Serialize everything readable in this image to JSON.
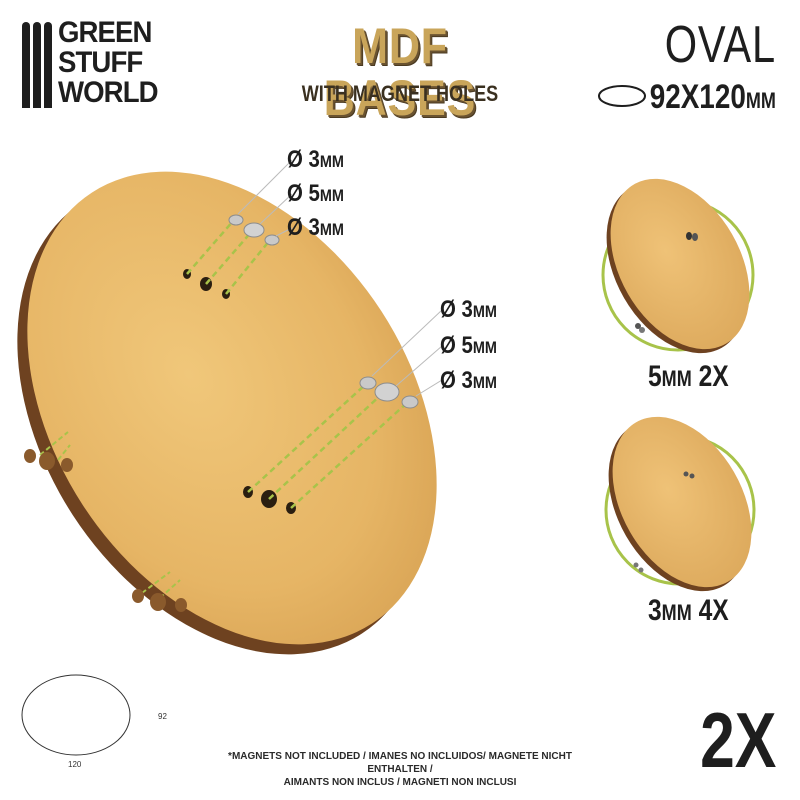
{
  "brand": {
    "logo_lines": [
      "GREEN",
      "STUFF",
      "WORLD"
    ]
  },
  "product": {
    "title": "MDF BASES",
    "subtitle": "WITH MAGNET HOLES",
    "shape": "OVAL",
    "size_value": "92X120",
    "size_unit": "MM"
  },
  "magnet_callouts": {
    "upper": [
      {
        "symbol": "Ø",
        "value": "3",
        "unit": "MM"
      },
      {
        "symbol": "Ø",
        "value": "5",
        "unit": "MM"
      },
      {
        "symbol": "Ø",
        "value": "3",
        "unit": "MM"
      }
    ],
    "middle": [
      {
        "symbol": "Ø",
        "value": "3",
        "unit": "MM"
      },
      {
        "symbol": "Ø",
        "value": "5",
        "unit": "MM"
      },
      {
        "symbol": "Ø",
        "value": "3",
        "unit": "MM"
      }
    ]
  },
  "options": [
    {
      "size": "5",
      "unit": "MM",
      "qty": "2X"
    },
    {
      "size": "3",
      "unit": "MM",
      "qty": "4X"
    }
  ],
  "diagram": {
    "width_label": "92",
    "length_label": "120"
  },
  "count": "2X",
  "disclaimer_lines": [
    "*MAGNETS NOT INCLUDED / IMANES NO INCLUIDOS/ MAGNETE NICHT ENTHALTEN /",
    "AIMANTS NON INCLUS / MAGNETI NON INCLUSI"
  ],
  "colors": {
    "mdf_face": "#e8b766",
    "mdf_edge": "#7a4a24",
    "title_gold": "#c9a55a",
    "accent_green": "#a8c34a",
    "dark": "#1e1e1e"
  }
}
